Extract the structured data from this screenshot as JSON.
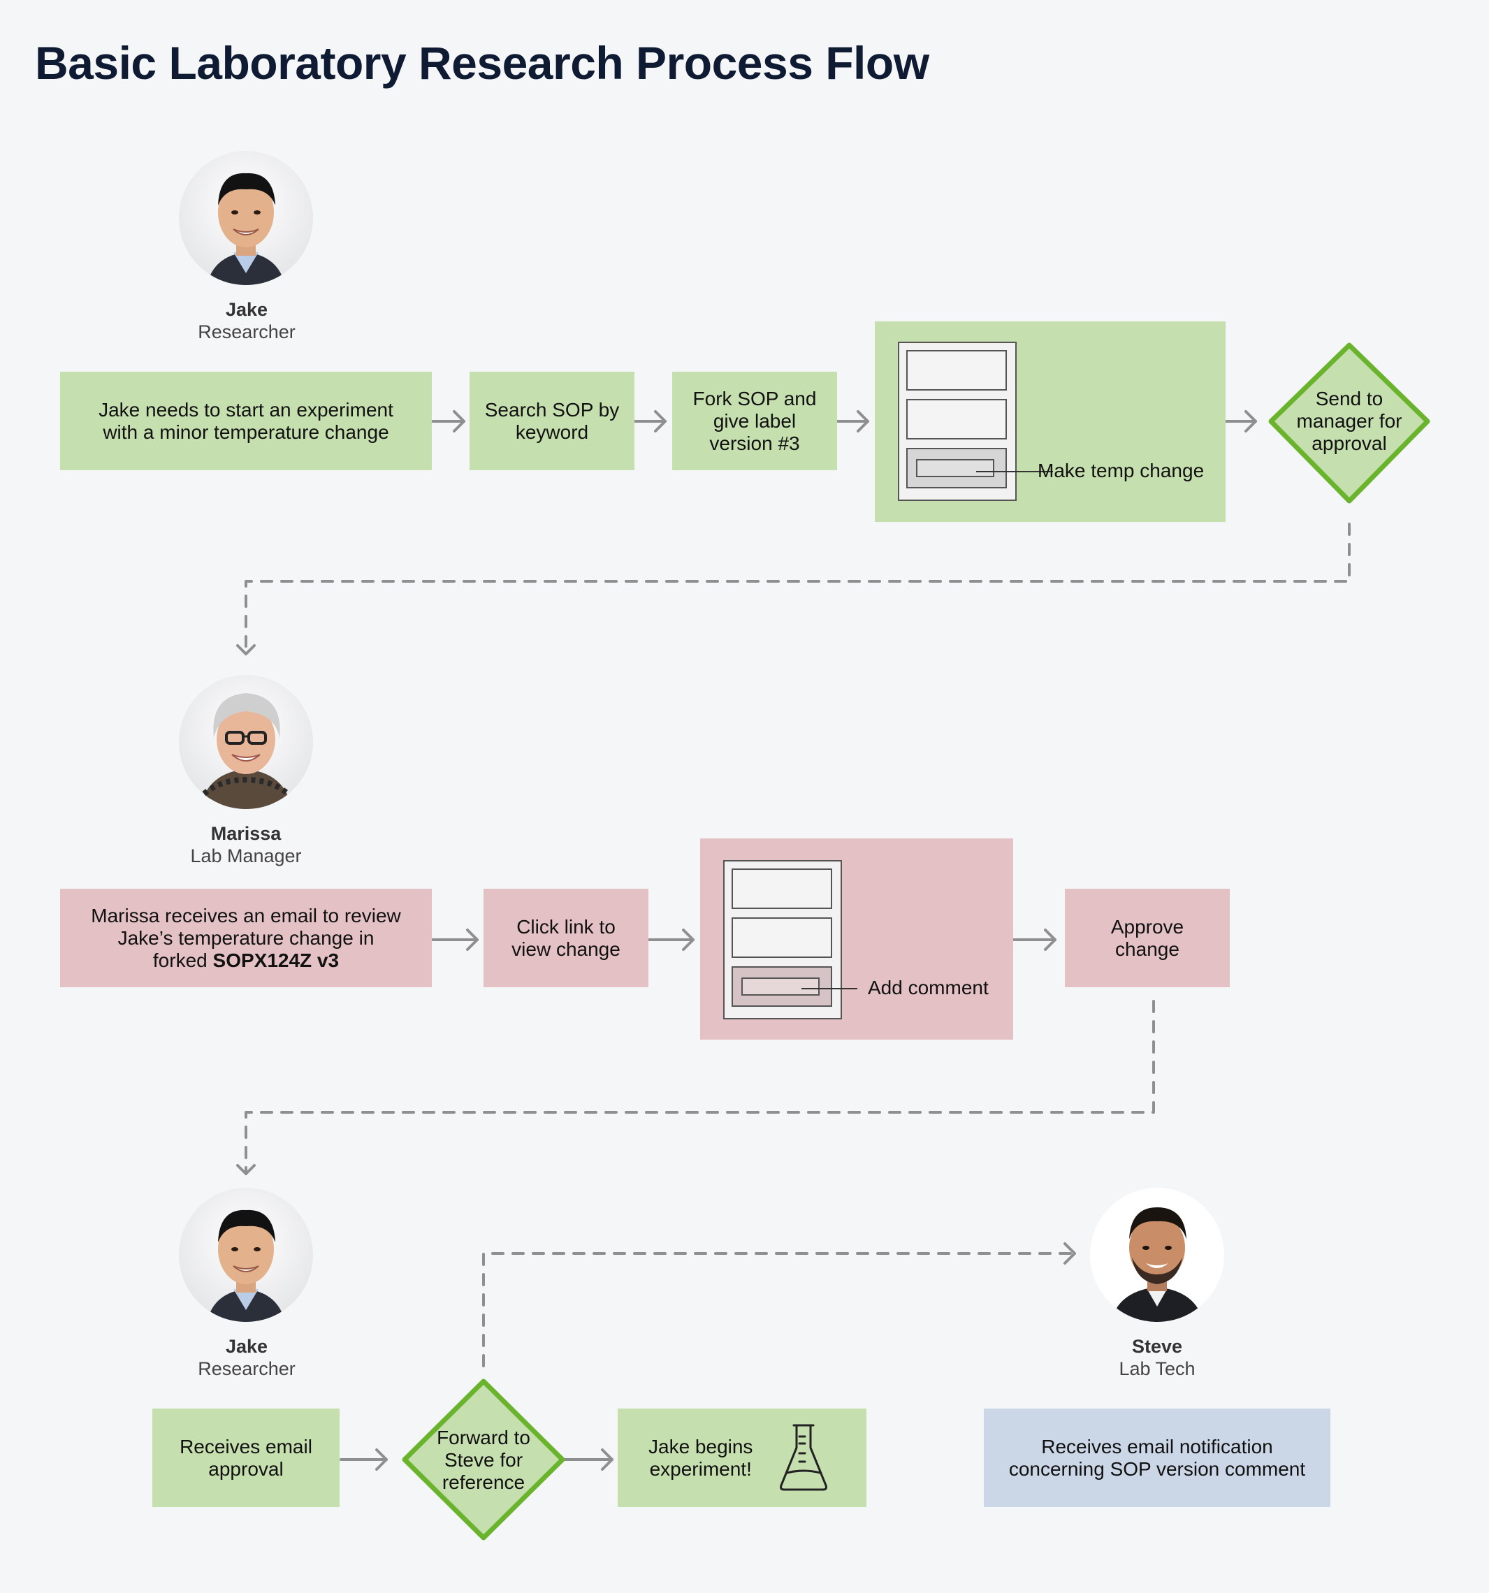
{
  "title": "Basic Laboratory Research Process Flow",
  "colors": {
    "green_fill": "#c6dfaf",
    "green_outline": "#6ab42d",
    "pink_fill": "#e4c1c5",
    "blue_fill": "#cbd6e6",
    "connector": "#8f8f8f"
  },
  "people": {
    "jake_top": {
      "name": "Jake",
      "role": "Researcher"
    },
    "marissa": {
      "name": "Marissa",
      "role": "Lab Manager"
    },
    "jake_bottom": {
      "name": "Jake",
      "role": "Researcher"
    },
    "steve": {
      "name": "Steve",
      "role": "Lab Tech"
    }
  },
  "row1": {
    "step1": [
      "Jake needs to start an experiment",
      "with a minor temperature change"
    ],
    "step2": [
      "Search SOP by",
      "keyword"
    ],
    "step3": [
      "Fork SOP and",
      "give label",
      "version #3"
    ],
    "step4": "Make temp change",
    "decision": [
      "Send to",
      "manager for",
      "approval"
    ]
  },
  "row2": {
    "step1": {
      "line1": "Marissa receives an email to review",
      "line2": "Jake’s temperature change in",
      "line3_prefix": "forked ",
      "line3_code": "SOPX124Z v3"
    },
    "step2": [
      "Click link to",
      "view change"
    ],
    "step3": "Add comment",
    "step4": [
      "Approve",
      "change"
    ]
  },
  "row3": {
    "step1": [
      "Receives email",
      "approval"
    ],
    "decision": [
      "Forward to",
      "Steve for",
      "reference"
    ],
    "step2": [
      "Jake begins",
      "experiment!"
    ],
    "steve_step": [
      "Receives email notification",
      "concerning SOP version comment"
    ]
  },
  "icons": {
    "document": "document-form-icon",
    "flask": "flask-icon"
  }
}
